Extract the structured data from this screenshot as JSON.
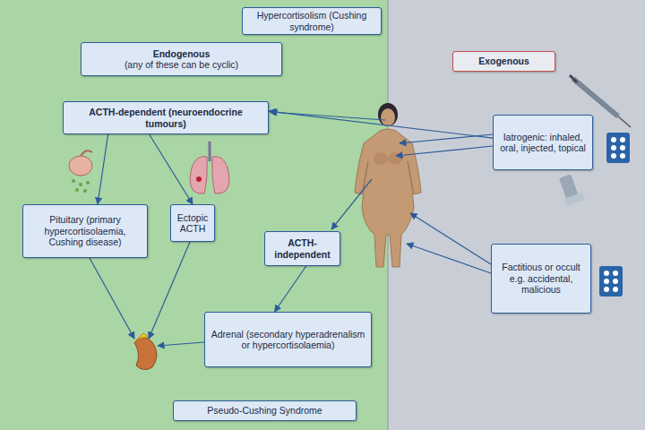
{
  "diagram": {
    "nodes": [
      {
        "text": [
          "Hypercortisolism (Cushing syndrome)"
        ]
      },
      {
        "text": [
          "Endogenous",
          "(any of these can be cyclic)"
        ]
      },
      {
        "text": [
          "Exogenous"
        ]
      },
      {
        "text": [
          "ACTH-dependent (neuroendocrine tumours)"
        ]
      },
      {
        "text": [
          "Iatrogenic: inhaled, oral, injected, topical"
        ]
      },
      {
        "text": [
          "Pituitary (primary hypercortisolaemia, Cushing disease)"
        ]
      },
      {
        "text": [
          "Ectopic ACTH"
        ]
      },
      {
        "text": [
          "ACTH-independent"
        ]
      },
      {
        "text": [
          "Factitious or occult e.g. accidental, malicious"
        ]
      },
      {
        "text": [
          "Adrenal (secondary hyperadrenalism or hypercortisolaemia)"
        ]
      },
      {
        "text": [
          "Pseudo-Cushing Syndrome"
        ]
      }
    ],
    "edges": [
      {
        "from": 3,
        "to": 5,
        "arrow": "to"
      },
      {
        "from": 3,
        "to": 6,
        "arrow": "to"
      },
      {
        "from": 7,
        "to": 9,
        "arrow": "to"
      },
      {
        "from": 4,
        "to": 3,
        "arrow": "to"
      }
    ]
  }
}
